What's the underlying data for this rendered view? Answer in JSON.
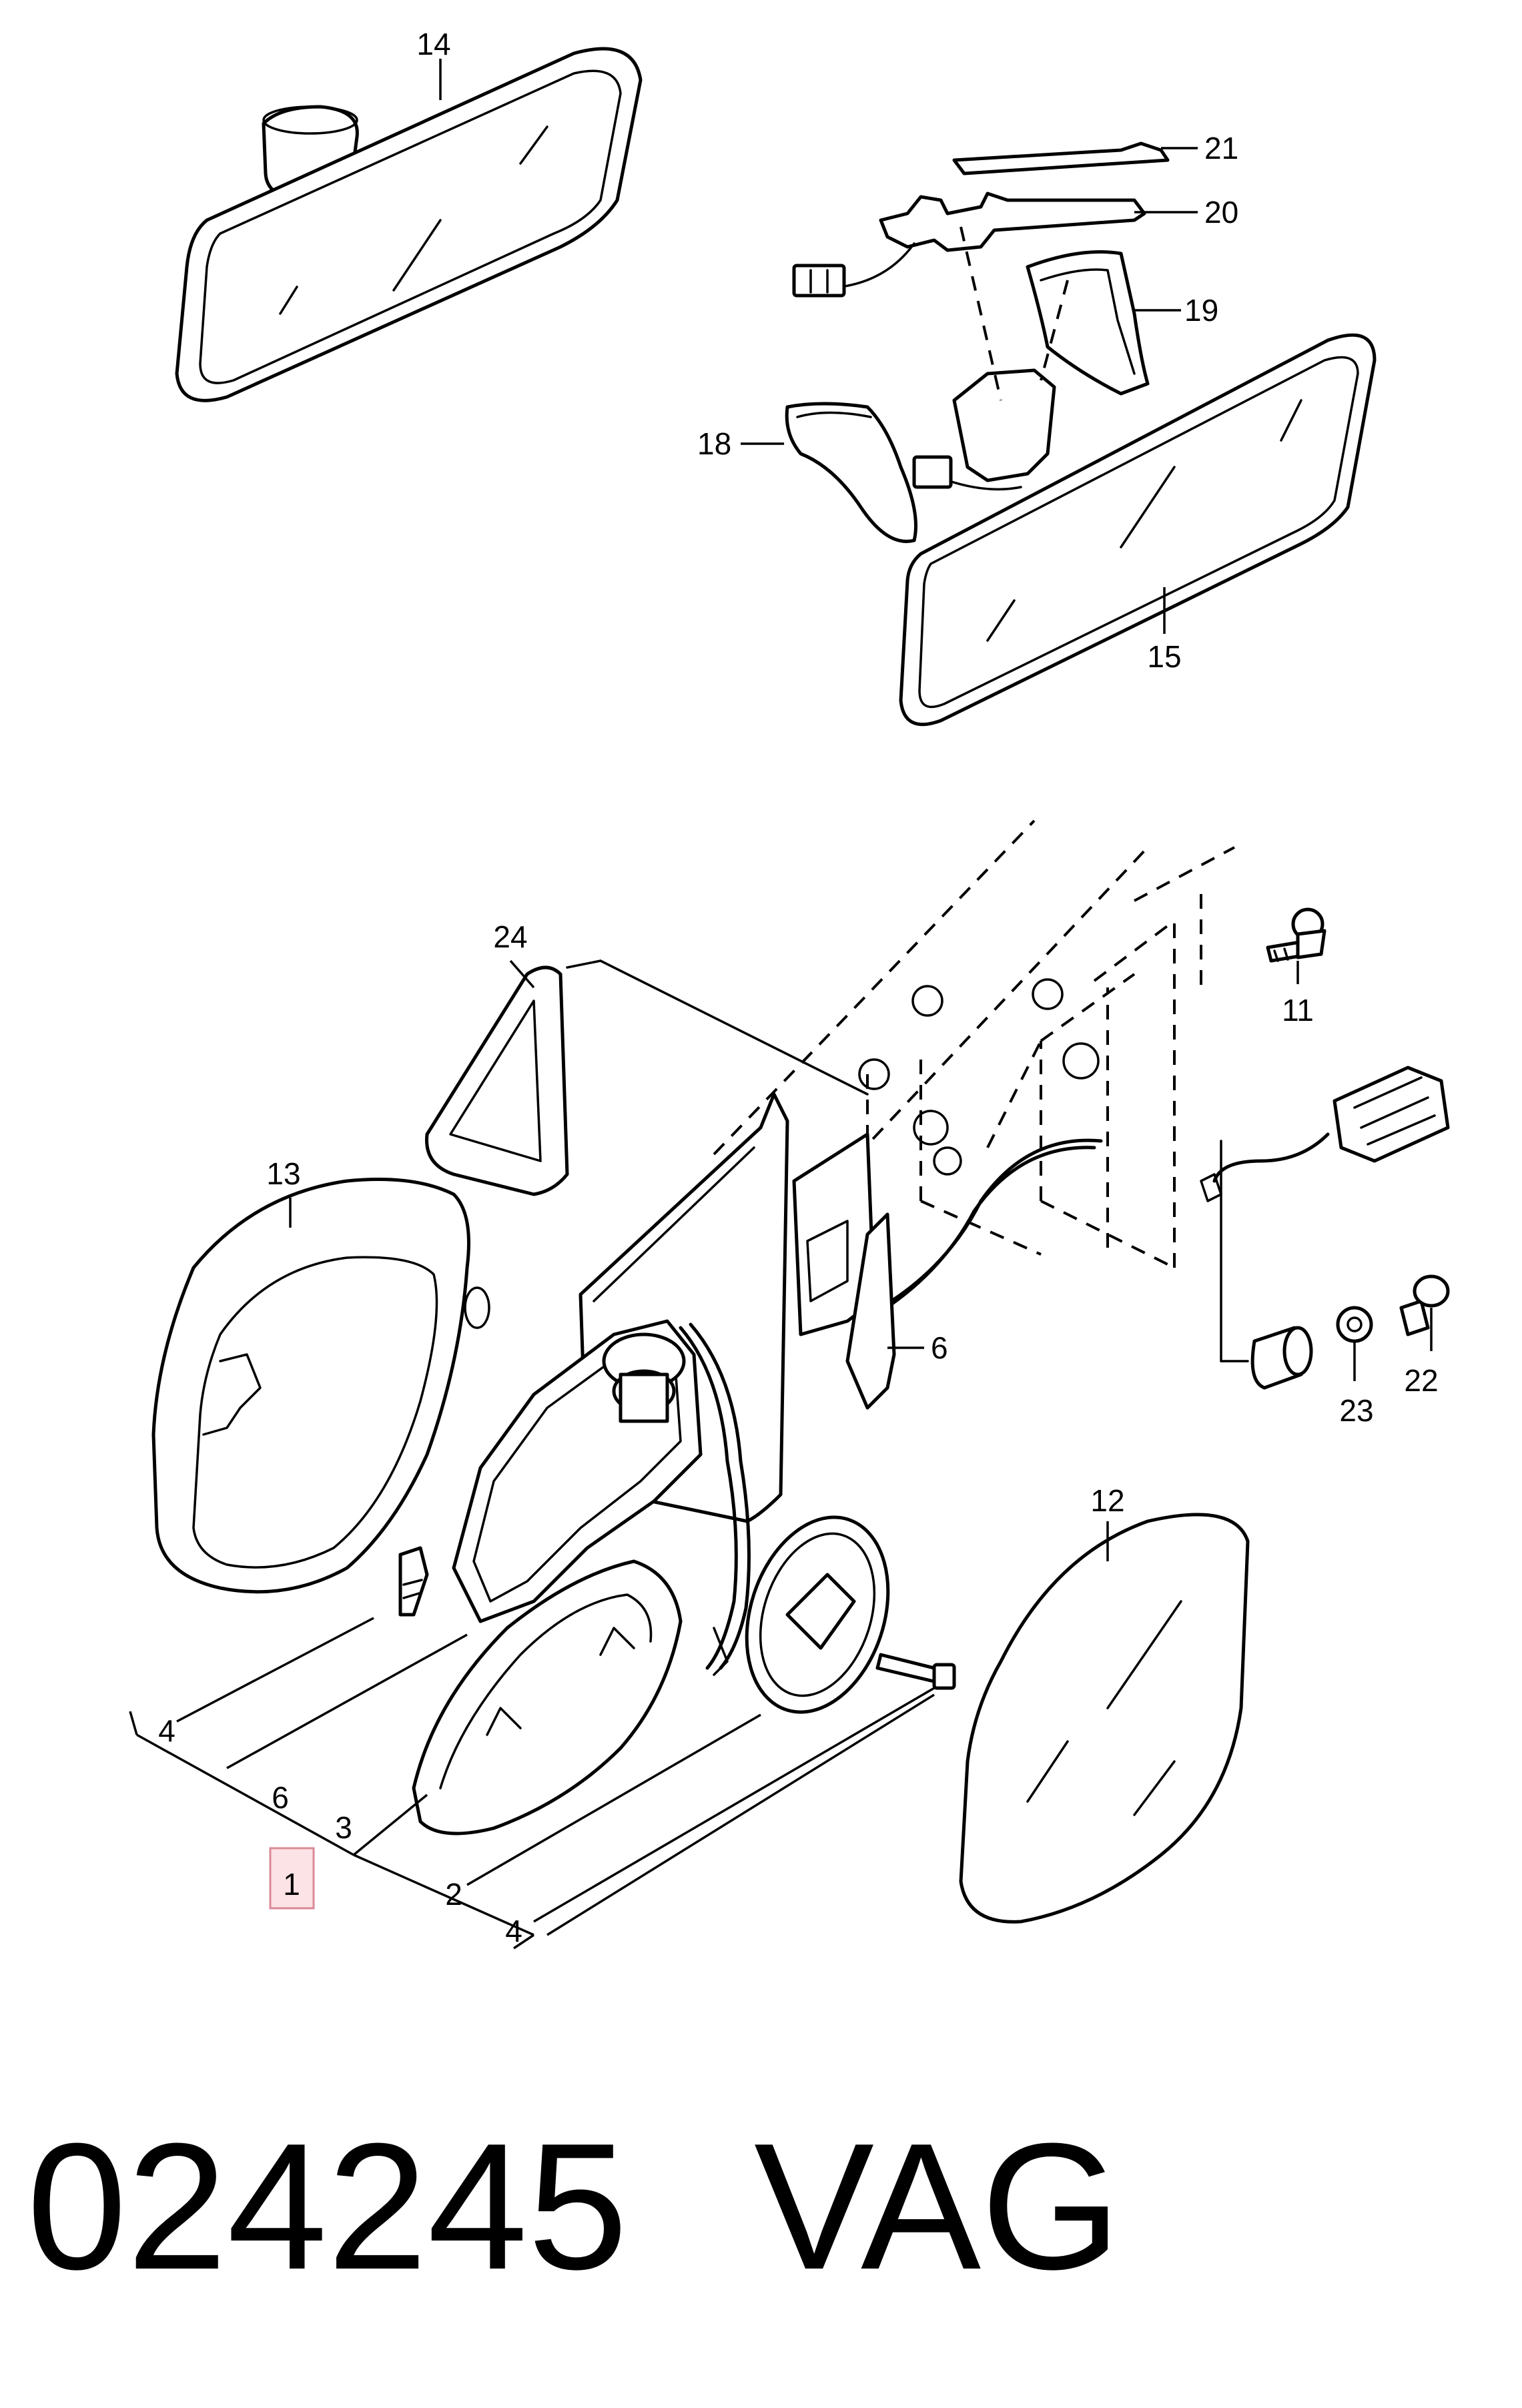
{
  "parts": {
    "p14": "14",
    "p21": "21",
    "p20": "20",
    "p19": "19",
    "p18": "18",
    "p15": "15",
    "p24": "24",
    "p11": "11",
    "p13": "13",
    "p6a": "6",
    "p22": "22",
    "p23": "23",
    "p12": "12",
    "p4a": "4",
    "p6b": "6",
    "p3": "3",
    "p1": "1",
    "p2": "2",
    "p4b": "4"
  },
  "footer": {
    "part_number": "024245",
    "brand": "VAG"
  }
}
